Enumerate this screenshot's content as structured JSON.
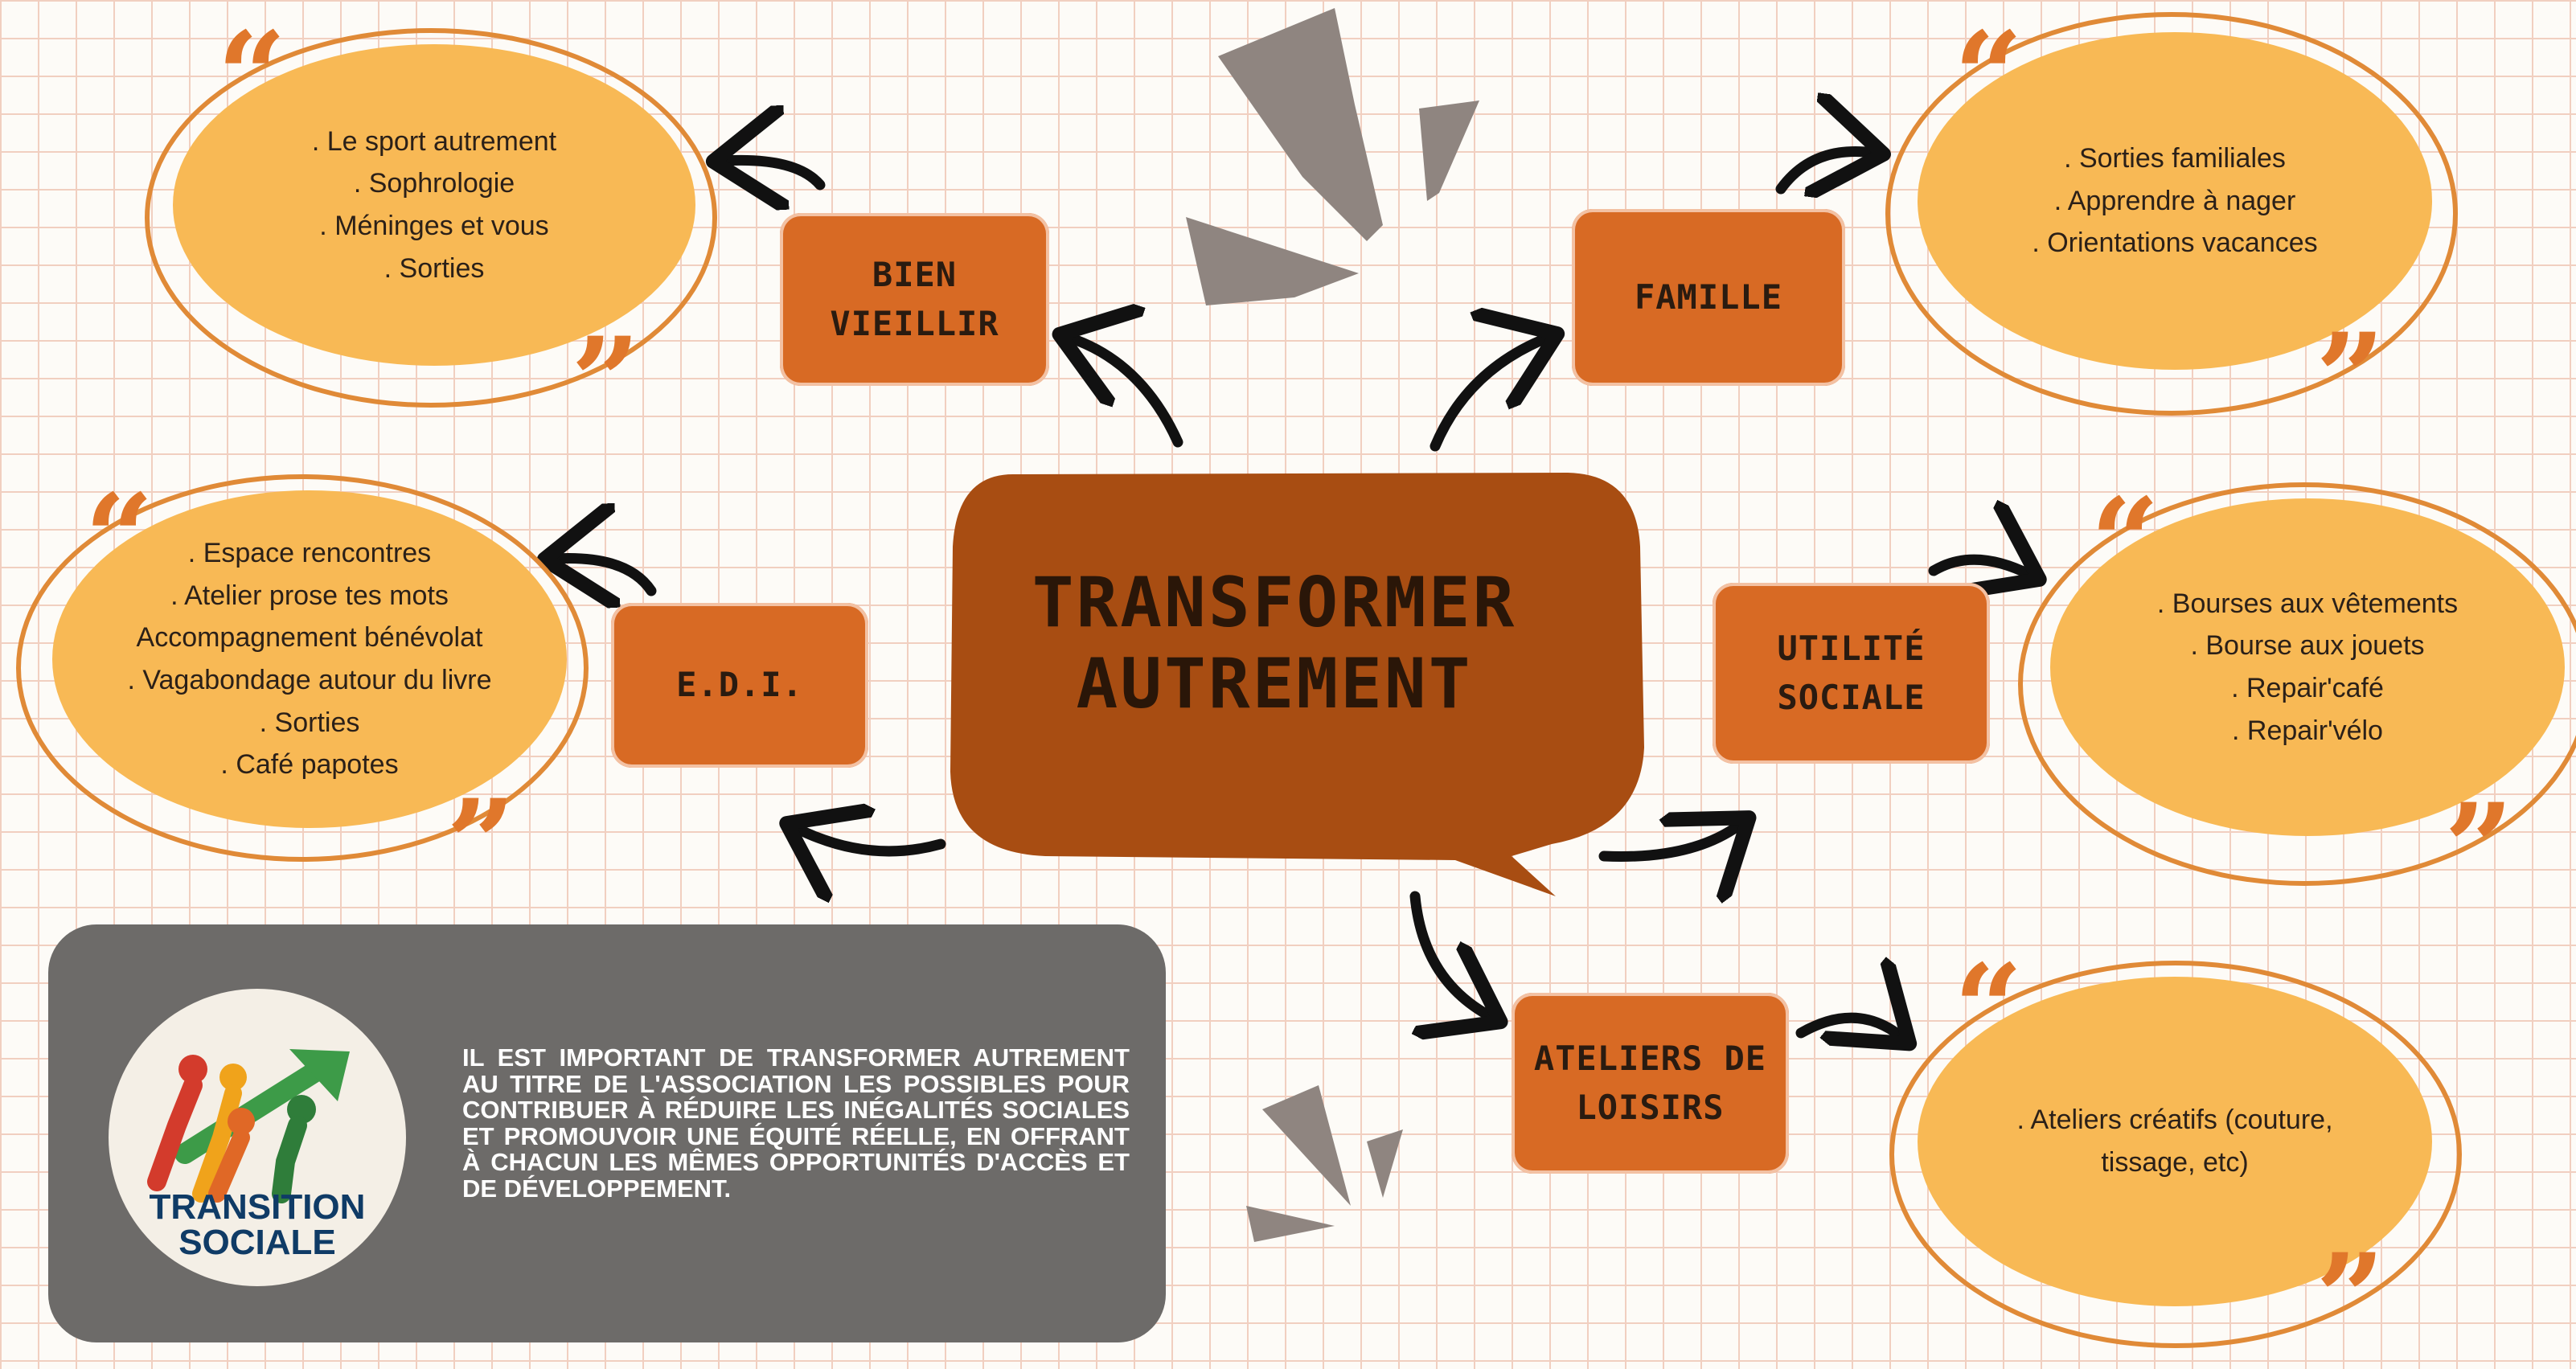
{
  "center": {
    "line1": "TRANSFORMER",
    "line2": "AUTREMENT"
  },
  "branches": {
    "bien_vieillir": {
      "label": "BIEN VIEILLIR",
      "items": [
        ". Le sport autrement",
        ". Sophrologie",
        ". Méninges et vous",
        ". Sorties"
      ]
    },
    "famille": {
      "label": "FAMILLE",
      "items": [
        ". Sorties familiales",
        ". Apprendre à nager",
        ". Orientations vacances"
      ]
    },
    "edi": {
      "label": "E.D.I.",
      "items": [
        ". Espace rencontres",
        ". Atelier prose tes mots",
        "Accompagnement bénévolat",
        ". Vagabondage autour du livre",
        ". Sorties",
        ". Café papotes"
      ]
    },
    "utilite_sociale": {
      "label_line1": "UTILITÉ",
      "label_line2": "SOCIALE",
      "items": [
        ". Bourses aux vêtements",
        ". Bourse aux jouets",
        ". Repair'café",
        ". Repair'vélo"
      ]
    },
    "ateliers_loisirs": {
      "label_line1": "ATELIERS DE",
      "label_line2": "LOISIRS",
      "items": [
        ". Ateliers créatifs (couture,",
        "tissage, etc)"
      ]
    }
  },
  "quote_marks": {
    "open": "“",
    "close": "”"
  },
  "info": {
    "text": "Il est important de transformer autrement au titre de l'association les possibles pour contribuer à réduire les inégalités sociales et promouvoir une équité réelle, en offrant à chacun les mêmes opportunités d'accès et de développement."
  },
  "logo": {
    "line1": "TRANSITION",
    "line2": "SOCIALE"
  },
  "colors": {
    "box": "#d86a24",
    "bubble": "#f8b955",
    "ring": "#e08a37",
    "center": "#a84d12",
    "panel": "#6d6b69",
    "logo_text": "#0f3b66"
  }
}
